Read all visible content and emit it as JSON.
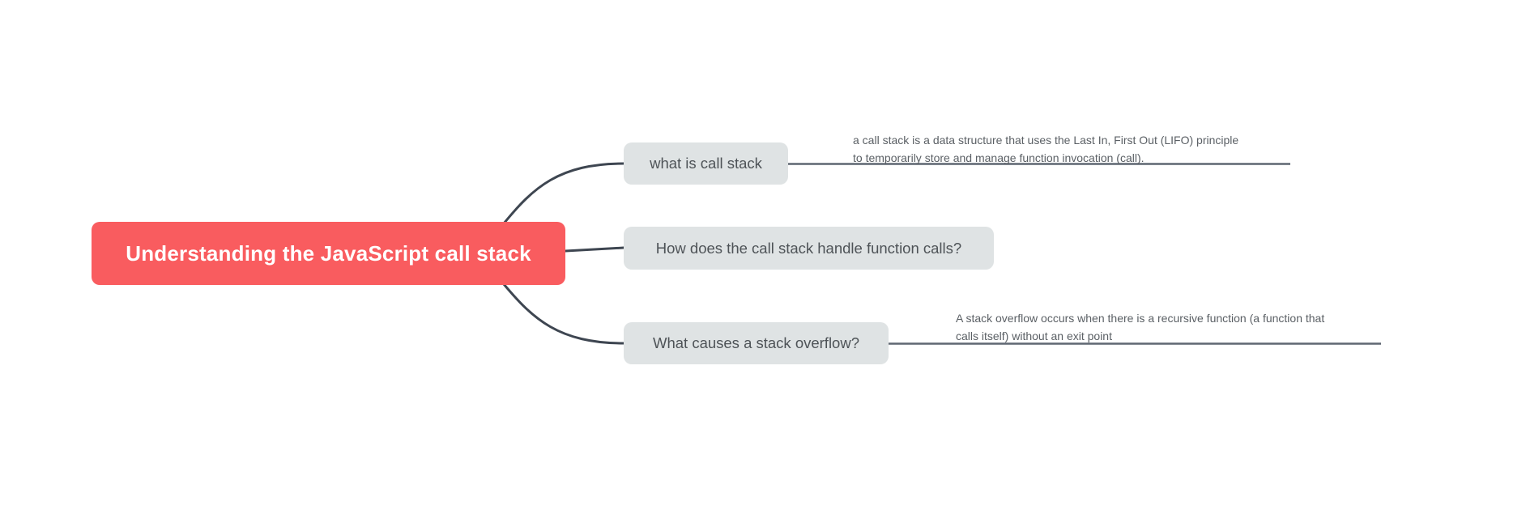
{
  "canvas": {
    "background": "#ffffff"
  },
  "mindmap": {
    "root": {
      "label": "Understanding the JavaScript call stack",
      "bg_color": "#f95c5f",
      "text_color": "#ffffff"
    },
    "branches": [
      {
        "label": "what is call stack",
        "note": {
          "line1": "a call stack is a data structure that uses the Last In, First Out (LIFO) principle",
          "line2": "to temporarily store and manage function invocation (call)."
        }
      },
      {
        "label": "How does the call stack handle function calls?"
      },
      {
        "label": "What causes a stack overflow?",
        "note": {
          "line1": "A stack overflow occurs when there is a recursive function (a function that",
          "line2": "calls itself) without an exit point"
        }
      }
    ],
    "colors": {
      "branch_bg": "#dfe3e4",
      "branch_text": "#4e5357",
      "note_text": "#5b6065",
      "connector": "#3e4651",
      "note_line": "#5f6772"
    }
  }
}
